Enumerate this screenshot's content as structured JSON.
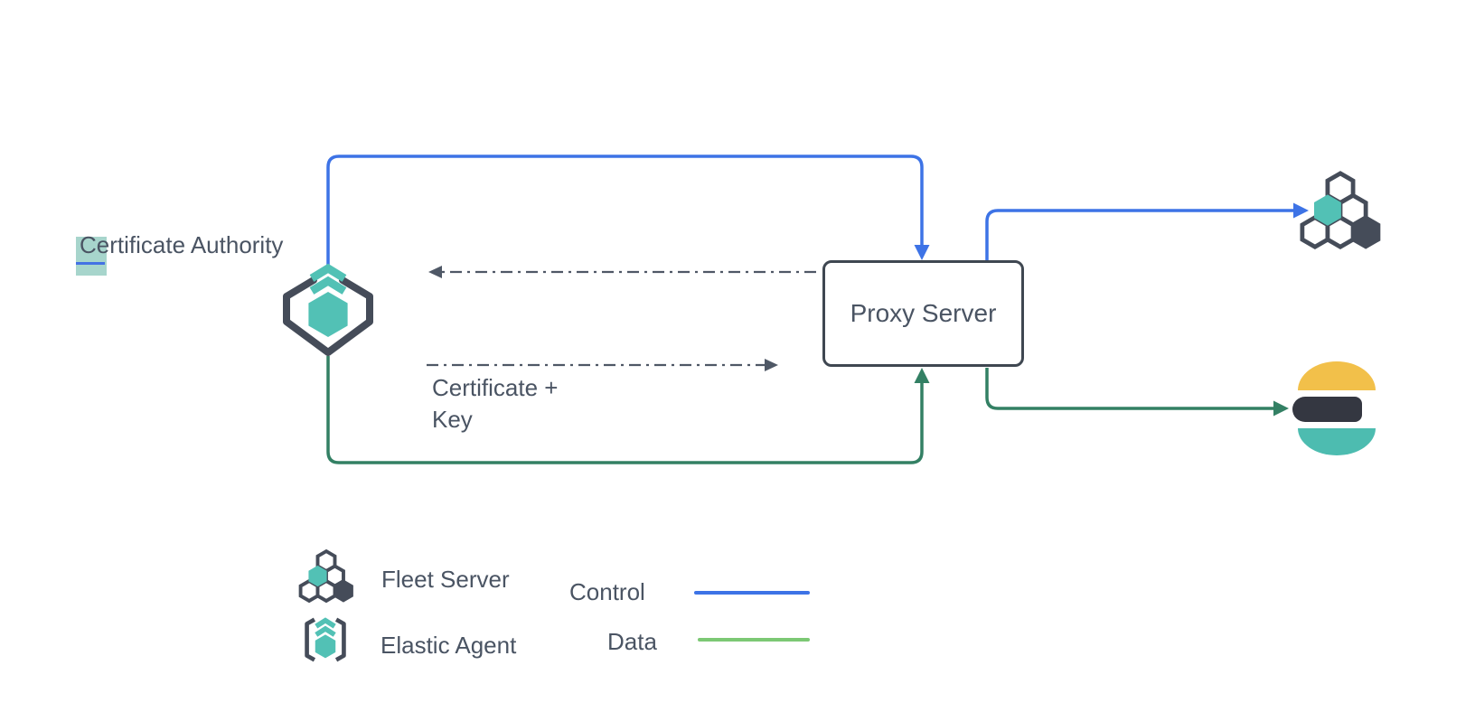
{
  "nodes": {
    "certificate_authority": {
      "label_first_char": "C",
      "label_rest": "ertificate Authority"
    },
    "proxy_server": {
      "label": "Proxy Server"
    },
    "certificate_key": {
      "line1": "Certificate +",
      "line2": "Key"
    }
  },
  "legend": {
    "items": [
      {
        "icon": "fleet-server-icon",
        "label": "Fleet Server"
      },
      {
        "icon": "elastic-agent-icon",
        "label": "Elastic Agent"
      }
    ],
    "line_types": [
      {
        "label": "Control",
        "color": "#3d73e6"
      },
      {
        "label": "Data",
        "color": "#7cc874"
      }
    ]
  },
  "icons": {
    "elastic-agent-icon": "open hexagon brackets with teal hexagon and two teal chevrons",
    "fleet-server-icon": "honeycomb cluster of hexagons with one teal and one dark filled",
    "elasticsearch-icon": "stacked yellow arc, dark bar, teal arc"
  },
  "colors": {
    "control": "#3d73e6",
    "data": "#338064",
    "legend_data": "#7cc874",
    "dash": "#4f5866",
    "teal": "#52c1b5",
    "slate": "#454c59",
    "box_border": "#3f4751",
    "text": "#4a5463",
    "es_yellow": "#f2c04a",
    "es_dark": "#343741",
    "es_teal": "#4dbcb0",
    "selection_highlight": "#a7d5cc",
    "selection_caret": "#4472e4",
    "background": "#ffffff"
  }
}
